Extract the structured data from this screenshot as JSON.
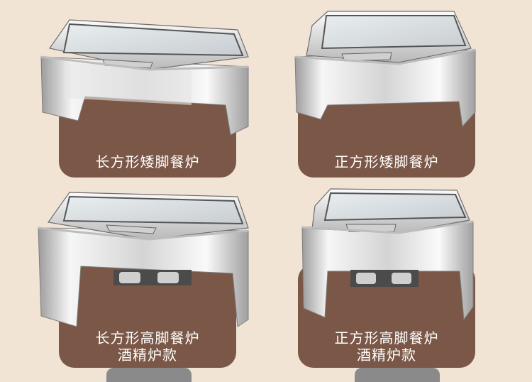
{
  "products": [
    {
      "name": "长方形矮脚餐炉",
      "sub": ""
    },
    {
      "name": "正方形矮脚餐炉",
      "sub": ""
    },
    {
      "name": "长方形高脚餐炉",
      "sub": "酒精炉款"
    },
    {
      "name": "正方形高脚餐炉",
      "sub": "酒精炉款"
    }
  ],
  "colors": {
    "background": "#f2e4d4",
    "card": "#7a5746",
    "label_text": "#ffffff",
    "steel_light": "#f4f4f4",
    "steel_mid": "#c9c9c9",
    "steel_dark": "#8d8d8d"
  }
}
